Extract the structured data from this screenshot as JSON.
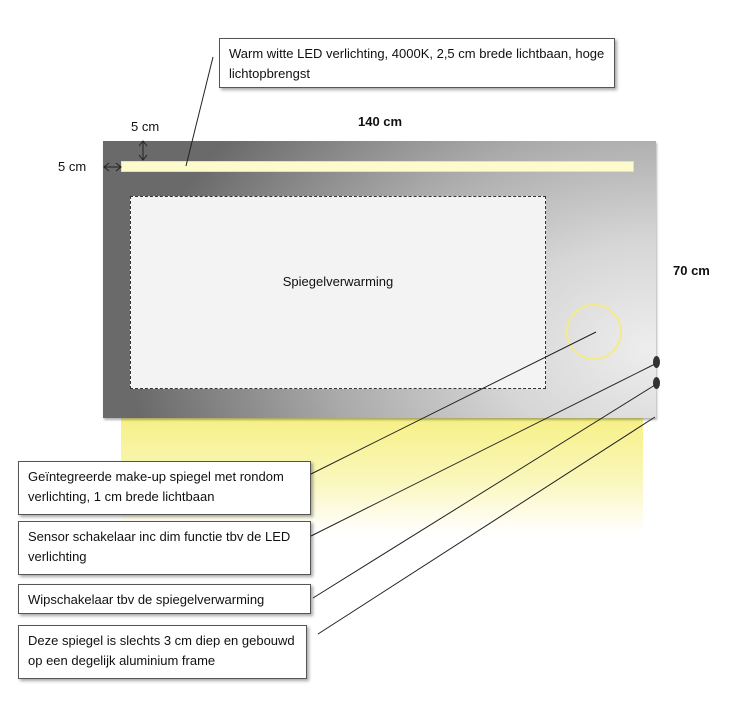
{
  "callouts": {
    "led": "Warm witte LED verlichting, 4000K, 2,5 cm brede lichtbaan, hoge lichtopbrengst",
    "makeup": "Geïntegreerde make-up spiegel met rondom verlichting, 1 cm brede lichtbaan",
    "sensor": "Sensor schakelaar inc dim functie tbv de LED verlichting",
    "rocker": "Wipschakelaar tbv de spiegelverwarming",
    "depth": "Deze spiegel is slechts 3 cm diep en gebouwd op een degelijk aluminium frame"
  },
  "dimensions": {
    "width": "140 cm",
    "height": "70 cm",
    "top_offset": "5 cm",
    "left_offset": "5 cm"
  },
  "mirror": {
    "heating_label": "Spiegelverwarming"
  },
  "colors": {
    "led_strip": "#fdfbcb",
    "glow": "#f6f086",
    "makeup_ring": "#f3eb88"
  }
}
